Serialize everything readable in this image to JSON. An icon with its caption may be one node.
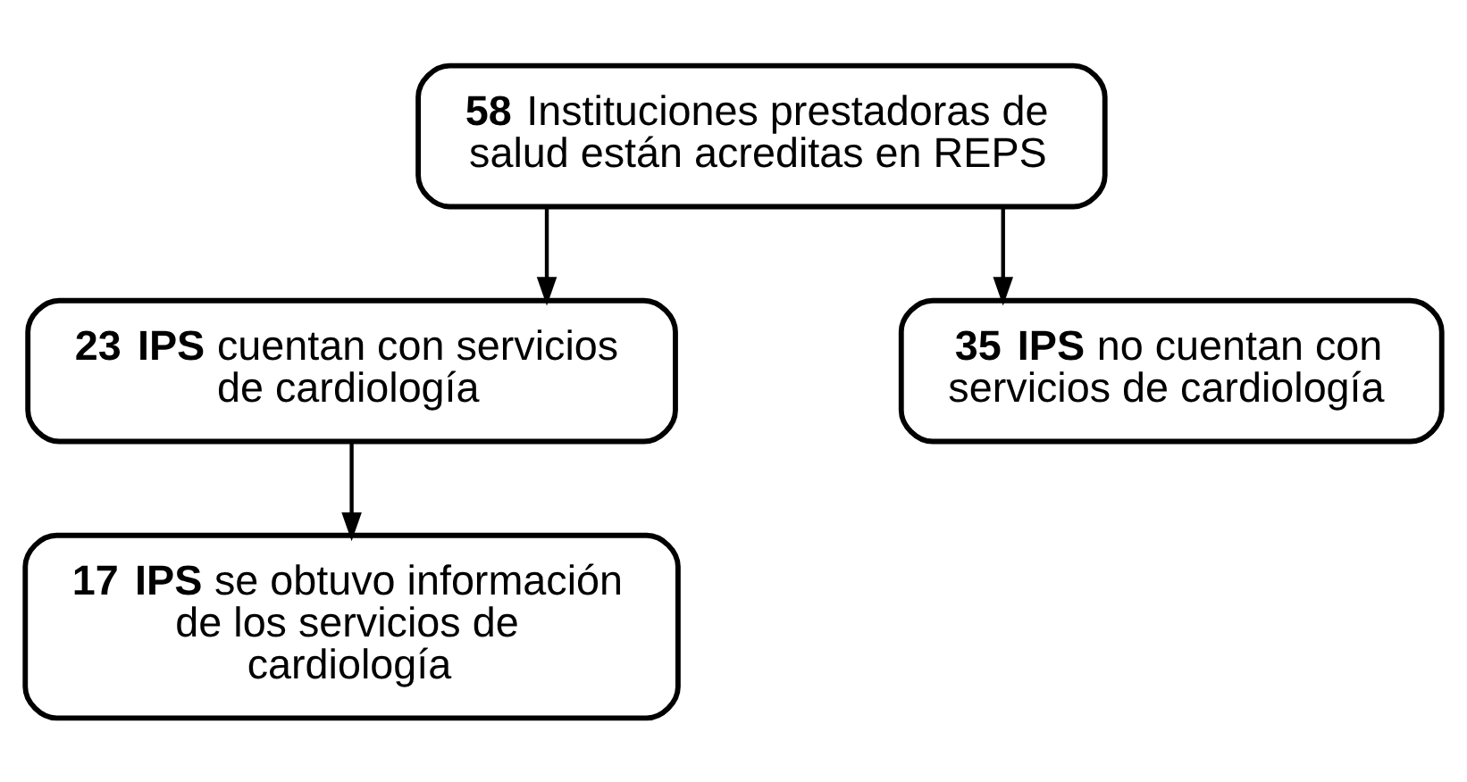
{
  "diagram": {
    "nodes": [
      {
        "text": [
          "**58** Instituciones prestadoras de salud están acreditas en REPS"
        ]
      },
      {
        "text": [
          "**23 IPS** cuentan con servicios de cardiología"
        ]
      },
      {
        "text": [
          "**35 IPS** no cuentan con servicios de cardiología"
        ]
      },
      {
        "text": [
          "**17 IPS** se obtuvo información de los servicios de cardiología"
        ]
      }
    ],
    "edges": [
      {
        "from": 0,
        "to": 1,
        "arrow": "to"
      },
      {
        "from": 0,
        "to": 2,
        "arrow": "to"
      },
      {
        "from": 1,
        "to": 3,
        "arrow": "to"
      }
    ]
  }
}
